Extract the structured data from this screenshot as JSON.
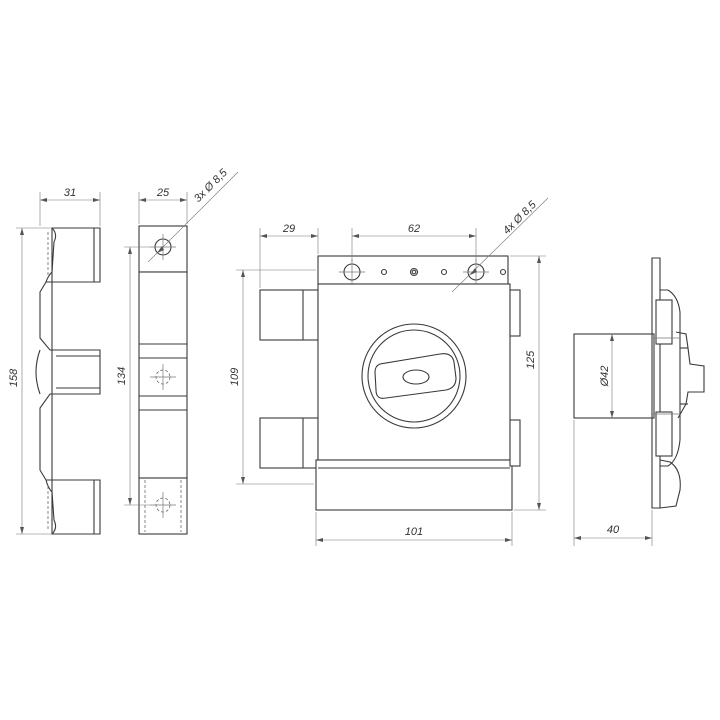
{
  "dimensions": {
    "left_width": "31",
    "left_height": "158",
    "strike_width": "25",
    "strike_height": "134",
    "strike_holes": "3x  Ø 8,5",
    "body_left": "29",
    "body_hole_spacing": "62",
    "body_holes": "4x  Ø 8,5",
    "body_inner_height": "109",
    "body_height": "125",
    "body_width": "101",
    "cylinder_diameter": "Ø42",
    "cylinder_depth": "40"
  }
}
